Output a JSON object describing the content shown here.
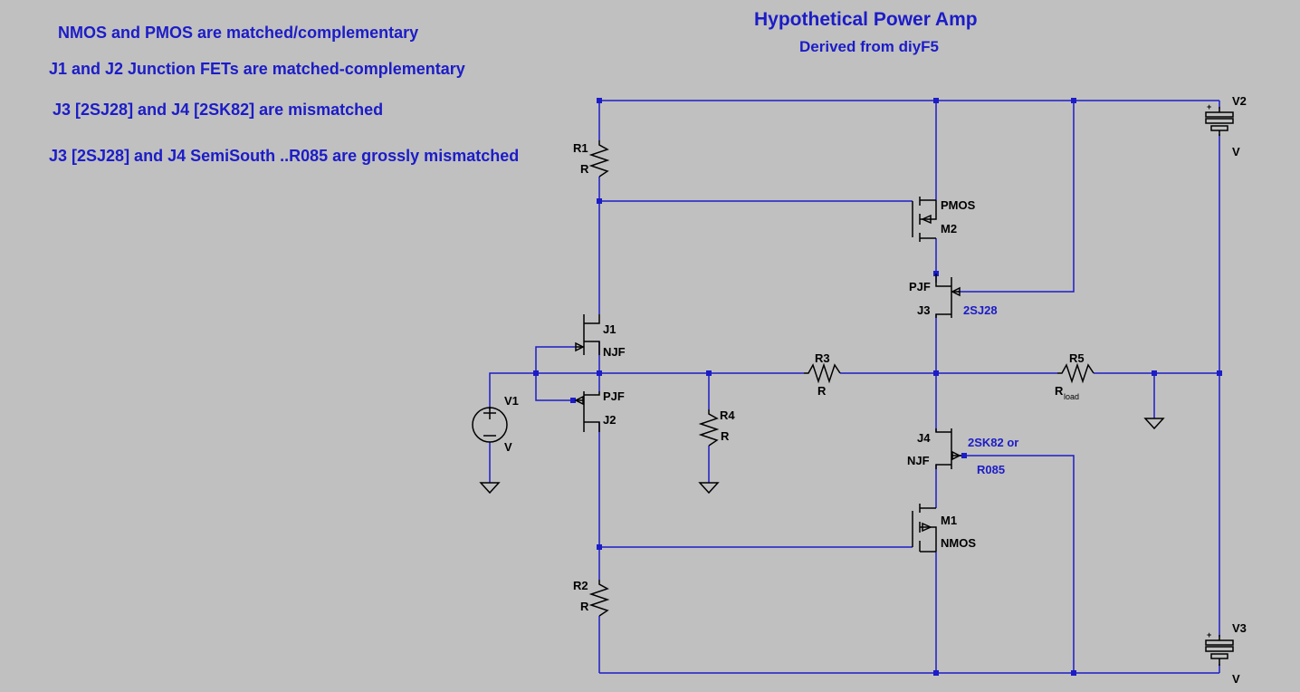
{
  "title": "Hypothetical Power Amp",
  "subtitle": "Derived from diyF5",
  "notes": [
    "NMOS and PMOS are matched/complementary",
    "J1 and J2 Junction FETs are matched-complementary",
    "J3 [2SJ28] and J4 [2SK82] are mismatched",
    "J3 [2SJ28] and J4 SemiSouth ..R085 are grossly mismatched"
  ],
  "components": {
    "r1": {
      "name": "R1",
      "value": "R"
    },
    "r2": {
      "name": "R2",
      "value": "R"
    },
    "r3": {
      "name": "R3",
      "value": "R"
    },
    "r4": {
      "name": "R4",
      "value": "R"
    },
    "r5": {
      "name": "R5",
      "value_main": "R",
      "value_sub": "load"
    },
    "v1": {
      "name": "V1",
      "value": "V"
    },
    "v2": {
      "name": "V2",
      "value": "V"
    },
    "v3": {
      "name": "V3",
      "value": "V"
    },
    "j1": {
      "name": "J1",
      "model": "NJF"
    },
    "j2": {
      "name": "J2",
      "model": "PJF"
    },
    "j3": {
      "name": "J3",
      "model": "PJF",
      "part": "2SJ28"
    },
    "j4": {
      "name": "J4",
      "model": "NJF",
      "part_line1": "2SK82 or",
      "part_line2": "R085"
    },
    "m1": {
      "name": "M1",
      "model": "NMOS"
    },
    "m2": {
      "name": "M2",
      "model": "PMOS"
    }
  },
  "colors": {
    "background": "#c0c0c0",
    "wire": "#1c1cc8",
    "component": "#000000",
    "annotation": "#1c1cc8"
  }
}
